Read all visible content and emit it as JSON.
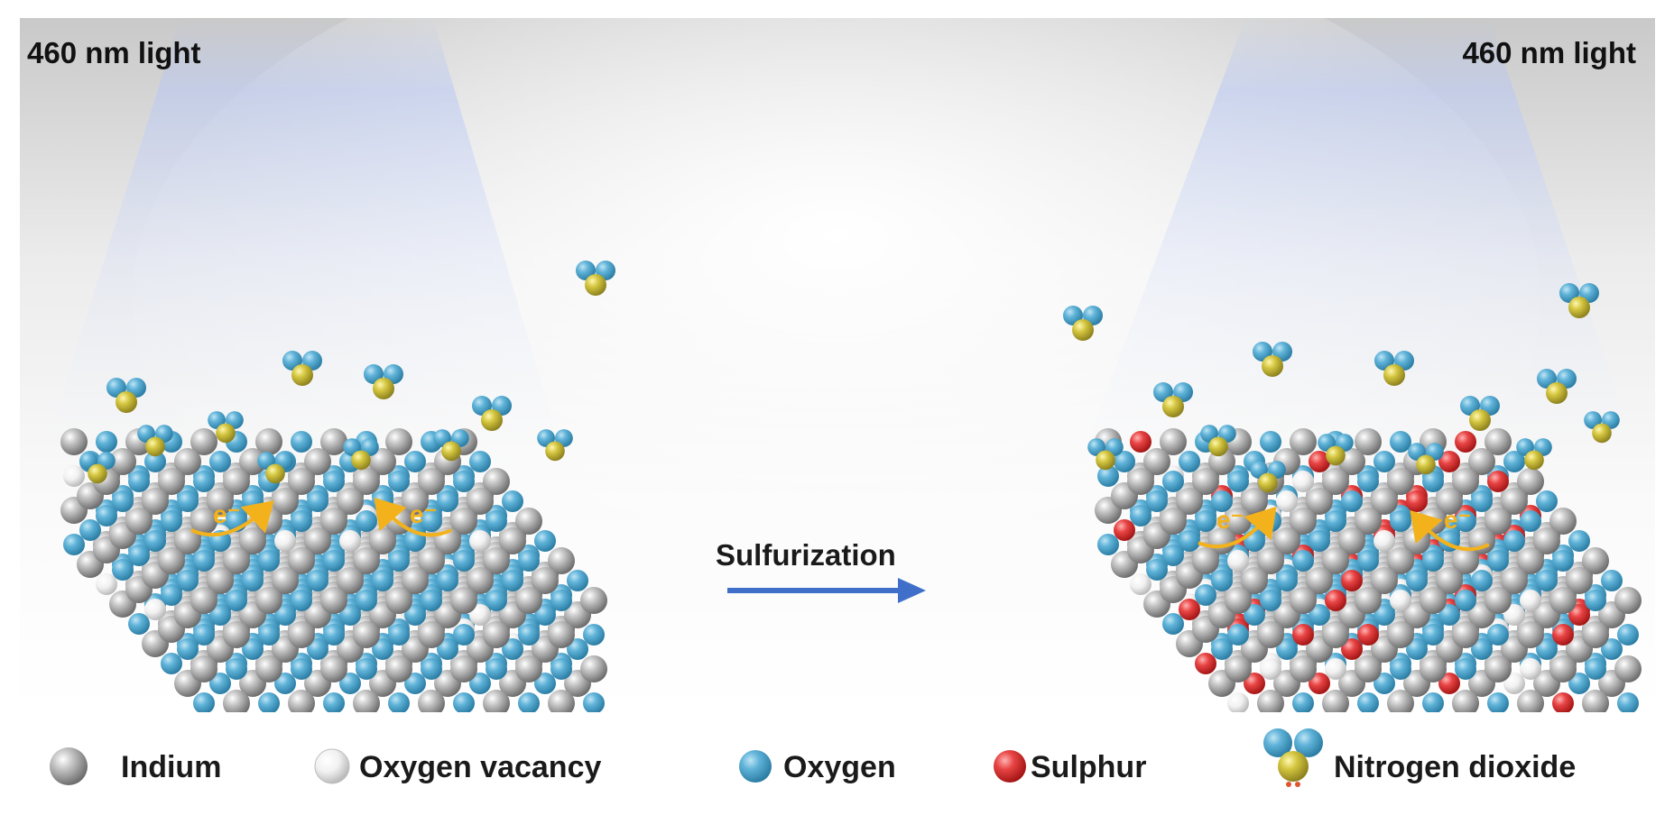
{
  "labels": {
    "light_left": "460 nm light",
    "light_right": "460 nm light",
    "process": "Sulfurization",
    "electron": "e⁻"
  },
  "legend": [
    {
      "label": "Indium",
      "color": "#9a9a9a"
    },
    {
      "label": "Oxygen vacancy",
      "color": "#f2f2f2"
    },
    {
      "label": "Oxygen",
      "color": "#4aa3c9"
    },
    {
      "label": "Sulphur",
      "color": "#e03030"
    },
    {
      "label": "Nitrogen dioxide",
      "color": "#c9b833"
    }
  ],
  "colors": {
    "indium": "#a3a3a3",
    "vacancy": "#f4f4f4",
    "oxygen": "#55a9cf",
    "sulphur": "#e23a3a",
    "nitrogen": "#c9bf3c",
    "arrow": "#3f6fc9",
    "electron_arrow": "#f3b21b"
  }
}
